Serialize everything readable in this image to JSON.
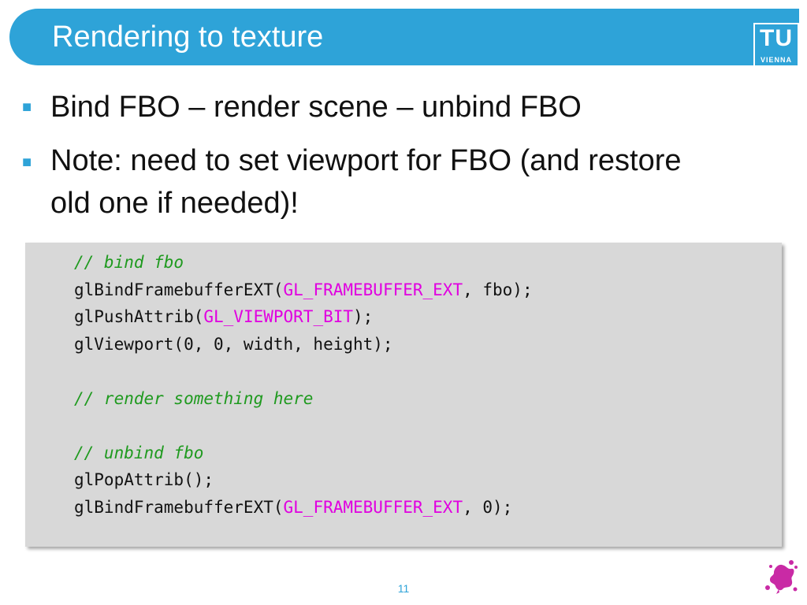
{
  "slide": {
    "title": "Rendering to texture",
    "logo": {
      "main": "TU",
      "sub": "VIENNA"
    },
    "bullets": [
      {
        "text": "Bind FBO – render scene – unbind FBO"
      },
      {
        "text": "Note: need to set viewport for FBO (and restore old one if needed)!"
      }
    ],
    "code": {
      "comment_bind": "// bind fbo",
      "bind_fn": "glBindFramebufferEXT(",
      "bind_const": "GL_FRAMEBUFFER_EXT",
      "bind_rest": ", fbo);",
      "push_fn": "glPushAttrib(",
      "push_const": "GL_VIEWPORT_BIT",
      "push_rest": ");",
      "viewport": "glViewport(0, 0, width, height);",
      "comment_render": "// render something here",
      "comment_unbind": "// unbind fbo",
      "pop": "glPopAttrib();",
      "unbind_fn": "glBindFramebufferEXT(",
      "unbind_const": "GL_FRAMEBUFFER_EXT",
      "unbind_rest": ", 0);"
    },
    "page_number": "11"
  },
  "colors": {
    "accent": "#2ea3d8",
    "code_background": "#d8d8d8",
    "comment": "#1f9a1f",
    "constant": "#e000e0",
    "splat": "#c92aa5"
  },
  "icons": {
    "logo": "tu-vienna-logo",
    "corner": "paint-splat-icon",
    "bullet": "square-bullet-icon"
  }
}
